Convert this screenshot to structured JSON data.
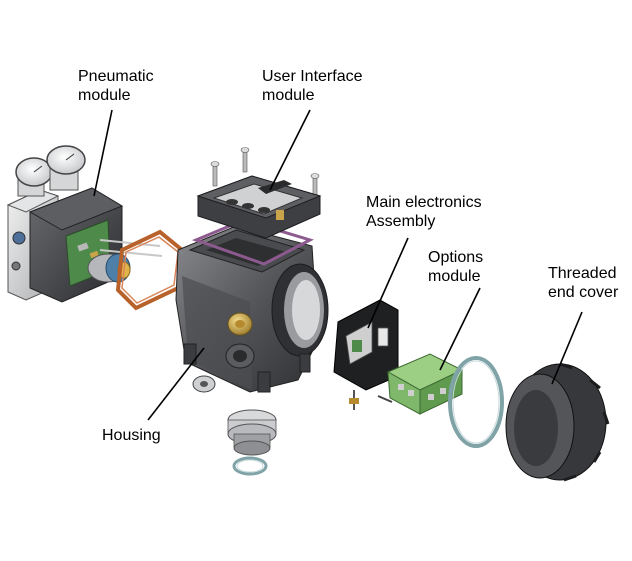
{
  "labels": {
    "pneumatic": [
      "Pneumatic",
      "module"
    ],
    "user_interface": [
      "User Interface",
      "module"
    ],
    "main_electronics": [
      "Main electronics",
      "Assembly"
    ],
    "options": [
      "Options",
      "module"
    ],
    "threaded_cover": [
      "Threaded",
      "end cover"
    ],
    "housing": [
      "Housing"
    ]
  },
  "colors": {
    "housing_dark": "#3f4042",
    "housing_mid": "#5a5b5e",
    "housing_light": "#8a8b8e",
    "gasket_orange": "#b8612a",
    "gasket_purple": "#8c5a8e",
    "pcb_green": "#4e8a4a",
    "terminal_green": "#7fb86a",
    "brass": "#c9a44a",
    "ring_teal": "#7fa3a6",
    "cover_dark": "#37383b"
  }
}
